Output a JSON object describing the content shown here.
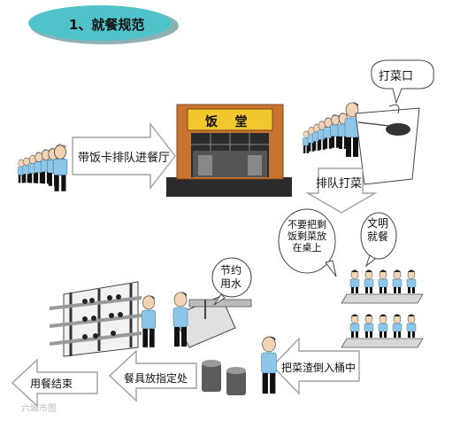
{
  "title": "1、就餐规范",
  "canteen_sign": "饭    堂",
  "steps": {
    "queue_enter": "带饭卡排队进餐厅",
    "queue_serve": "排队打菜",
    "serving_window": "打菜口",
    "civilized": "文明就餐",
    "no_leftover": "不要把剩饭剩菜放在桌上",
    "dump_leftover": "把菜渣倒入桶中",
    "place_utensils": "餐具放指定处",
    "save_water": "节约用水",
    "finish": "用餐结束"
  },
  "watermark": "六城市图",
  "colors": {
    "bubble": "#4fc3c9",
    "shirt": "#8dc6e8",
    "arrow_border": "#a0a0a0",
    "canteen_wall": "#c9742e",
    "sign": "#f1c82e"
  }
}
